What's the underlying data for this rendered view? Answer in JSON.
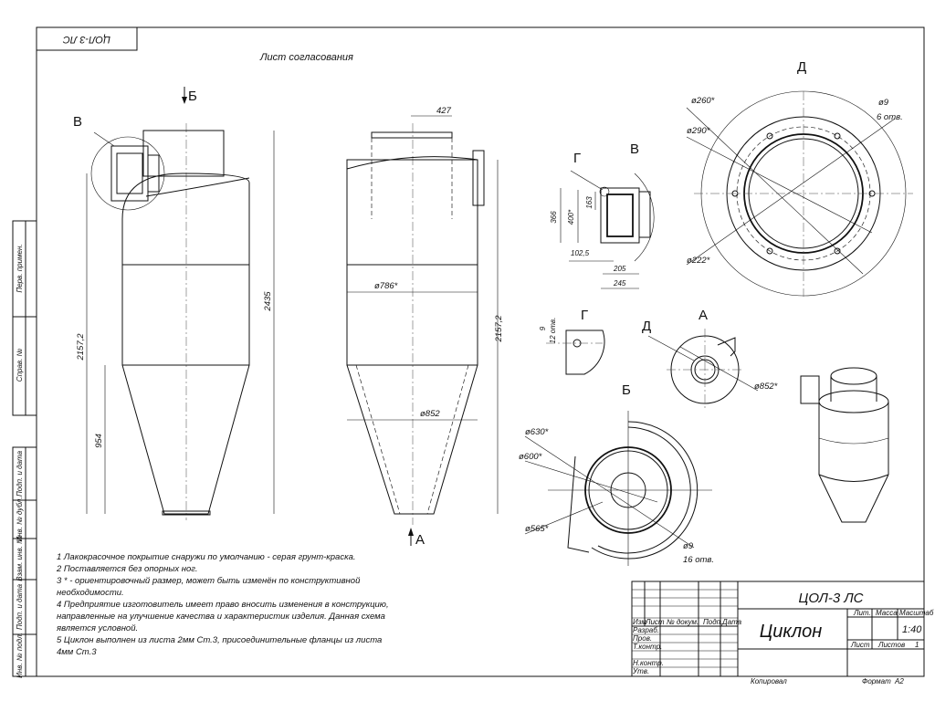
{
  "sheet": {
    "rotated_code": "ЦОЛ-3 ЛС",
    "subtitle": "Лист согласования",
    "side_strip": [
      "Перв. примен.",
      "Справ. №",
      "Подп. и дата",
      "Инв. № дубл.",
      "Взам. инв. №",
      "Подп. и дата",
      "Инв. № подл."
    ]
  },
  "views": {
    "main_left": {
      "label_b": "Б",
      "label_v": "В",
      "dim_total": "2435",
      "dim_body": "2157,2",
      "dim_cone": "954"
    },
    "main_mid": {
      "dim_top": "427",
      "dim_d786": "ø786*",
      "dim_d852": "ø852",
      "dim_body": "2157,2",
      "label_a": "А"
    },
    "view_v": {
      "title": "В",
      "callout_g": "Г",
      "dim_366": "366",
      "dim_400": "400*",
      "dim_163": "163",
      "dim_102": "102,5",
      "dim_205": "205",
      "dim_245": "245"
    },
    "view_g": {
      "title": "Г",
      "dim_9": "9",
      "holes": "12 отв."
    },
    "view_d": {
      "title": "Д",
      "d260": "ø260*",
      "d290": "ø290*",
      "d222": "ø222*",
      "hole": "ø9",
      "holes": "6 отв."
    },
    "view_a": {
      "title": "А",
      "callout_d": "Д",
      "d852": "ø852*"
    },
    "view_b": {
      "title": "Б",
      "d630": "ø630*",
      "d600": "ø600*",
      "d565": "ø565*",
      "hole": "ø9",
      "holes": "16 отв."
    }
  },
  "notes": [
    "1 Лакокрасочное покрытие снаружи по умолчанию - серая грунт-краска.",
    "2 Поставляется без опорных ног.",
    "3 * - ориентировочный размер, может быть изменён по конструктивной",
    "необходимости.",
    "4 Предприятие изготовитель имеет право вносить изменения в конструкцию,",
    "направленные на улучшение качества и характеристик изделия. Данная схема",
    "является условной.",
    "5 Циклон выполнен из листа 2мм Ст.3, присоединительные фланцы из листа",
    "4мм Ст.3"
  ],
  "title_block": {
    "designation": "ЦОЛ-3 ЛС",
    "name": "Циклон",
    "headers": [
      "Изм",
      "Лист",
      "№ докум.",
      "Подп.",
      "Дата"
    ],
    "roles": [
      "Разраб.",
      "Пров.",
      "Т.контр.",
      "Н.контр.",
      "Утв."
    ],
    "lit_label": "Лит.",
    "mass_label": "Масса",
    "scale_label": "Масштаб",
    "scale": "1:40",
    "sheet_label": "Лист",
    "sheets_label": "Листов",
    "sheets": "1",
    "copied": "Копировал",
    "format_label": "Формат",
    "format": "А2"
  }
}
